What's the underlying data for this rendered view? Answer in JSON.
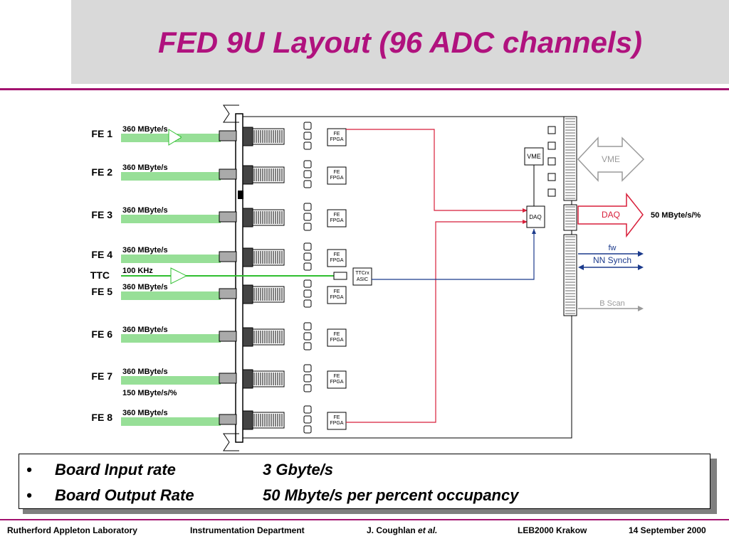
{
  "title": "FED 9U Layout (96 ADC channels)",
  "fe_units": [
    {
      "label": "FE 1",
      "rate": "360 MByte/s",
      "fpga_line1": "FE",
      "fpga_line2": "FPGA"
    },
    {
      "label": "FE 2",
      "rate": "360 MByte/s",
      "fpga_line1": "FE",
      "fpga_line2": "FPGA"
    },
    {
      "label": "FE 3",
      "rate": "360 MByte/s",
      "fpga_line1": "FE",
      "fpga_line2": "FPGA"
    },
    {
      "label": "FE 4",
      "rate": "360 MByte/s",
      "fpga_line1": "FE",
      "fpga_line2": "FPGA"
    },
    {
      "label": "FE 5",
      "rate": "360 MByte/s",
      "fpga_line1": "FE",
      "fpga_line2": "FPGA"
    },
    {
      "label": "FE 6",
      "rate": "360 MByte/s",
      "fpga_line1": "FE",
      "fpga_line2": "FPGA"
    },
    {
      "label": "FE 7",
      "rate": "360 MByte/s",
      "fpga_line1": "FE",
      "fpga_line2": "FPGA"
    },
    {
      "label": "FE 8",
      "rate": "360 MByte/s",
      "fpga_line1": "FE",
      "fpga_line2": "FPGA"
    }
  ],
  "ttc": {
    "label": "TTC",
    "rate": "100 KHz",
    "asic_line1": "TTCrx",
    "asic_line2": "ASIC"
  },
  "fe7_extra_rate": "150 MByte/s/%",
  "vme_chip": "VME",
  "daq_chip": "DAQ",
  "vme_arrow": "VME",
  "daq_arrow": "DAQ",
  "daq_rate": "50 MByte/s/%",
  "fw_label": "fw",
  "nn_synch_label": "NN Synch",
  "bscan_label": "B Scan",
  "bullets": [
    {
      "label": "Board Input rate",
      "value": "3 Gbyte/s"
    },
    {
      "label": "Board Output Rate",
      "value": "50 Mbyte/s per percent occupancy"
    }
  ],
  "footer": {
    "lab": "Rutherford Appleton Laboratory",
    "dept": "Instrumentation Department",
    "author": "J. Coughlan",
    "author_suffix": "et al.",
    "conf": "LEB2000 Krakow",
    "date": "14 September 2000"
  },
  "colors": {
    "title": "#b0127e",
    "rule": "#a3126f",
    "fiber": "#2fbf2f",
    "daq_line": "#d81f3a",
    "ttc_line": "#1b3a8c",
    "nn_arrow": "#1b3a8c",
    "grey_arrow": "#9a9a9a"
  }
}
